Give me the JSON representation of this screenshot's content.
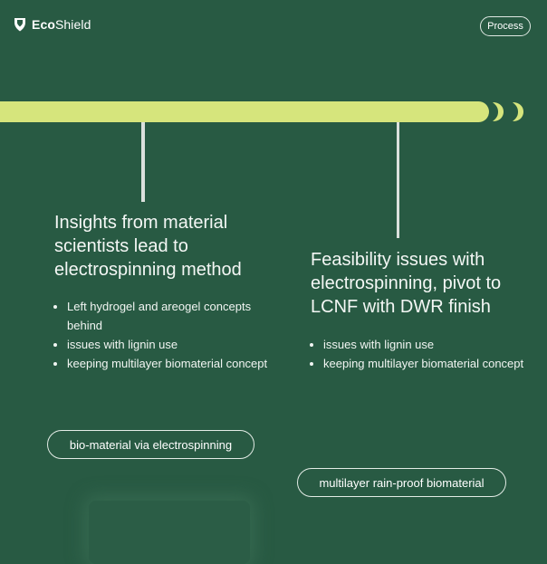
{
  "brand": {
    "bold": "Eco",
    "regular": "Shield",
    "icon": "leaf-shield-icon"
  },
  "header": {
    "process_label": "Process"
  },
  "colors": {
    "background": "#285a43",
    "timeline": "#d6e57c"
  },
  "cards": [
    {
      "title": "Insights from material scientists lead to electrospinning method",
      "bullets": [
        "Left hydrogel and areogel concepts behind",
        "issues with lignin use",
        "keeping multilayer biomaterial concept"
      ],
      "pill": "bio-material via electrospinning"
    },
    {
      "title": "Feasibility issues with electrospinning, pivot to LCNF with DWR finish",
      "bullets": [
        "issues with lignin use",
        "keeping multilayer biomaterial concept"
      ],
      "pill": "multilayer rain-proof biomaterial"
    }
  ]
}
